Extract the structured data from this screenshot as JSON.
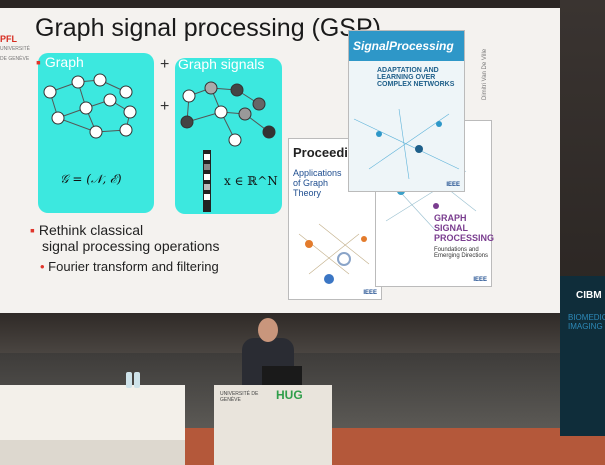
{
  "slide": {
    "title": "Graph signal processing (GSP)",
    "logo": {
      "line1": "PFL",
      "line2": "UNIVERSITÉ DE GENÈVE"
    },
    "panel_left_label": "Graph",
    "panel_right_label": "Graph signals",
    "plus_sign": "+",
    "formula_left": "𝒢 = (𝒩, ℰ)",
    "formula_right": "x ∈ ℝ^N",
    "bullet_1_line1": "Rethink classical",
    "bullet_1_line2": "signal processing operations",
    "bullet_2": "Fourier transform and filtering",
    "side_credit": "Dimitri Van De Ville"
  },
  "magazines": {
    "top_title": "SignalProcessing",
    "top_subtitle": "ADAPTATION AND LEARNING OVER COMPLEX NETWORKS",
    "left_title": "Proceedings",
    "left_subtitle": "Applications of Graph Theory",
    "right_title": "GRAPH SIGNAL PROCESSING",
    "right_subtitle": "Foundations and Emerging Directions",
    "publisher": "IEEE"
  },
  "podium": {
    "text1": "UNIVERSITÉ DE GENÈVE",
    "text2": "HUG"
  },
  "side_screen": {
    "text1": "CIBM",
    "text2": "BIOMEDICAL IMAGING"
  }
}
